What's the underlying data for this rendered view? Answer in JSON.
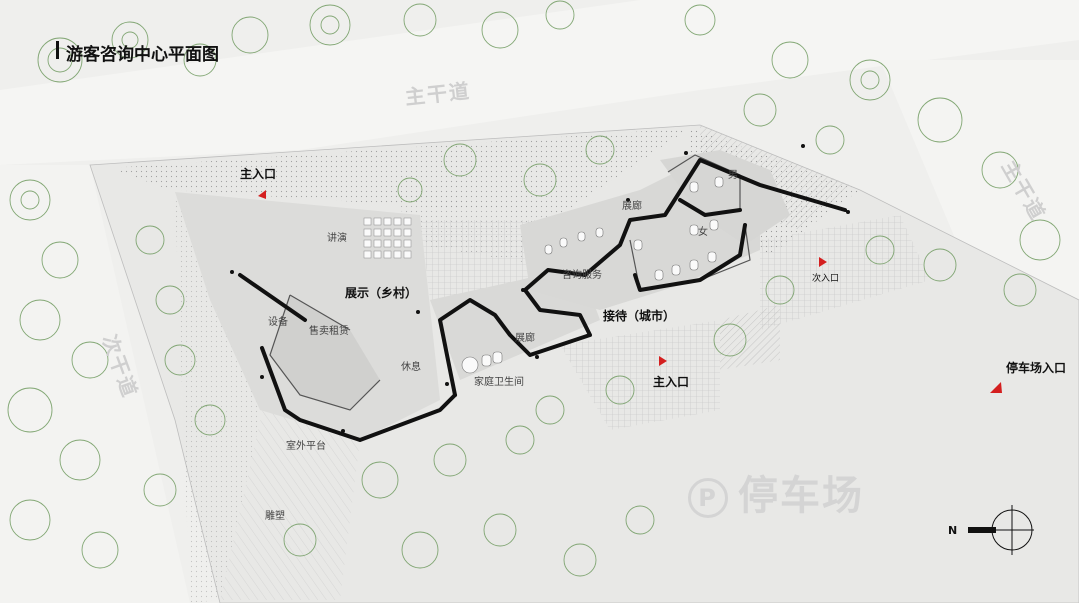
{
  "title": "游客咨询中心平面图",
  "roads": {
    "main_north": "主干道",
    "main_east": "主干道",
    "secondary_west": "次干道"
  },
  "entrances": {
    "main_entrance_nw": "主入口",
    "main_entrance_s": "主入口",
    "secondary_entrance": "次入口",
    "parking_entrance": "停车场入口"
  },
  "rooms": {
    "lecture": "讲演",
    "exhibition_village": "展示（乡村）",
    "equipment": "设备",
    "sale_rental": "售卖租赁",
    "rest": "休息",
    "outdoor_platform": "室外平台",
    "sculpture": "雕塑",
    "gallery_west": "展廊",
    "family_restroom": "家庭卫生间",
    "reception_city": "接待（城市）",
    "consultation_service": "咨询服务",
    "gallery_north": "展廊",
    "female": "女",
    "male": "男"
  },
  "parking": {
    "symbol": "P",
    "label": "停车场"
  },
  "compass": {
    "north_label": "N"
  },
  "colors": {
    "background": "#efefed",
    "wall": "#111111",
    "marker": "#d41f1f",
    "tree": "#6f9a5f"
  }
}
